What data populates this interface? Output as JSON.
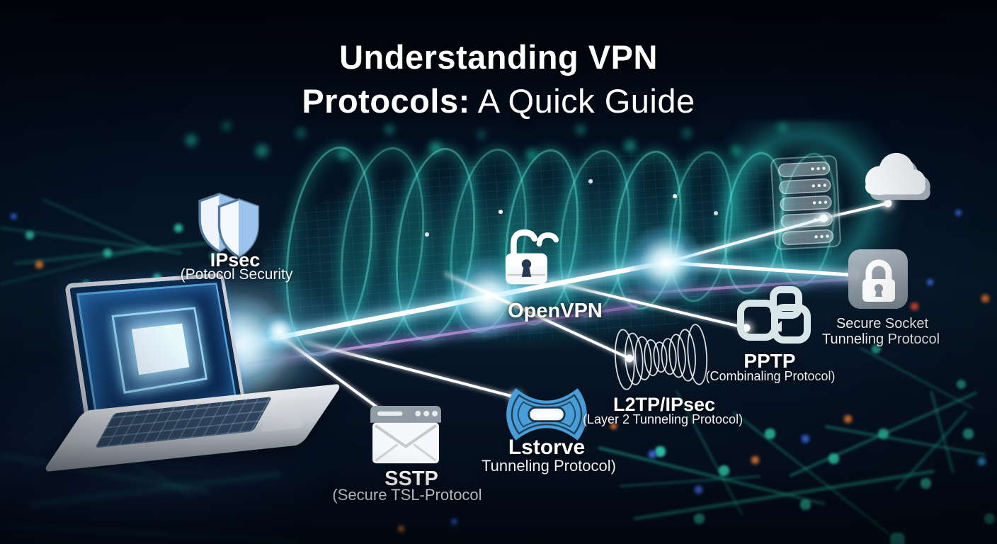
{
  "title": {
    "line1": "Understanding VPN",
    "line2_bold": "Protocols:",
    "line2_rest": " A Quick Guide"
  },
  "labels": {
    "ipsec": {
      "name": "IPsec",
      "sub": "(Potocol Security"
    },
    "openvpn": {
      "name": "OpenVPN"
    },
    "sstp": {
      "name": "SSTP",
      "sub": "(Secure TSL-Protocol"
    },
    "lstorve": {
      "name": "Lstorve",
      "sub": "Tunneling Protocol)"
    },
    "l2tp": {
      "name": "L2TP/IPsec",
      "sub": "(Layer 2 Tunneling Protocol)"
    },
    "pptp": {
      "name": "PPTP",
      "sub": "(Combinaling Protocol)"
    },
    "ssl_lock": {
      "name": "Secure Socket",
      "sub": "Tunneling Protocol"
    }
  },
  "icons": {
    "ipsec": "dual-shield-icon",
    "openvpn": "open-padlock-icon",
    "sstp": "envelope-window-icon",
    "lstorve": "infinity-tunnel-icon",
    "l2tp": "wire-coil-icon",
    "pptp": "chain-links-icon",
    "ssl_lock": "padlock-square-icon",
    "server": "server-stack-icon",
    "cloud": "cloud-icon",
    "laptop": "laptop-illustration"
  },
  "colors": {
    "background": "#050d18",
    "teal_glow": "#2ee6c9",
    "beam_white": "#ffffff",
    "magenta_streak": "#cf86dd",
    "shield_blue": "#9ac0ea",
    "infinity_blue": "#4a9ed8",
    "label_text": "#ffffff"
  }
}
